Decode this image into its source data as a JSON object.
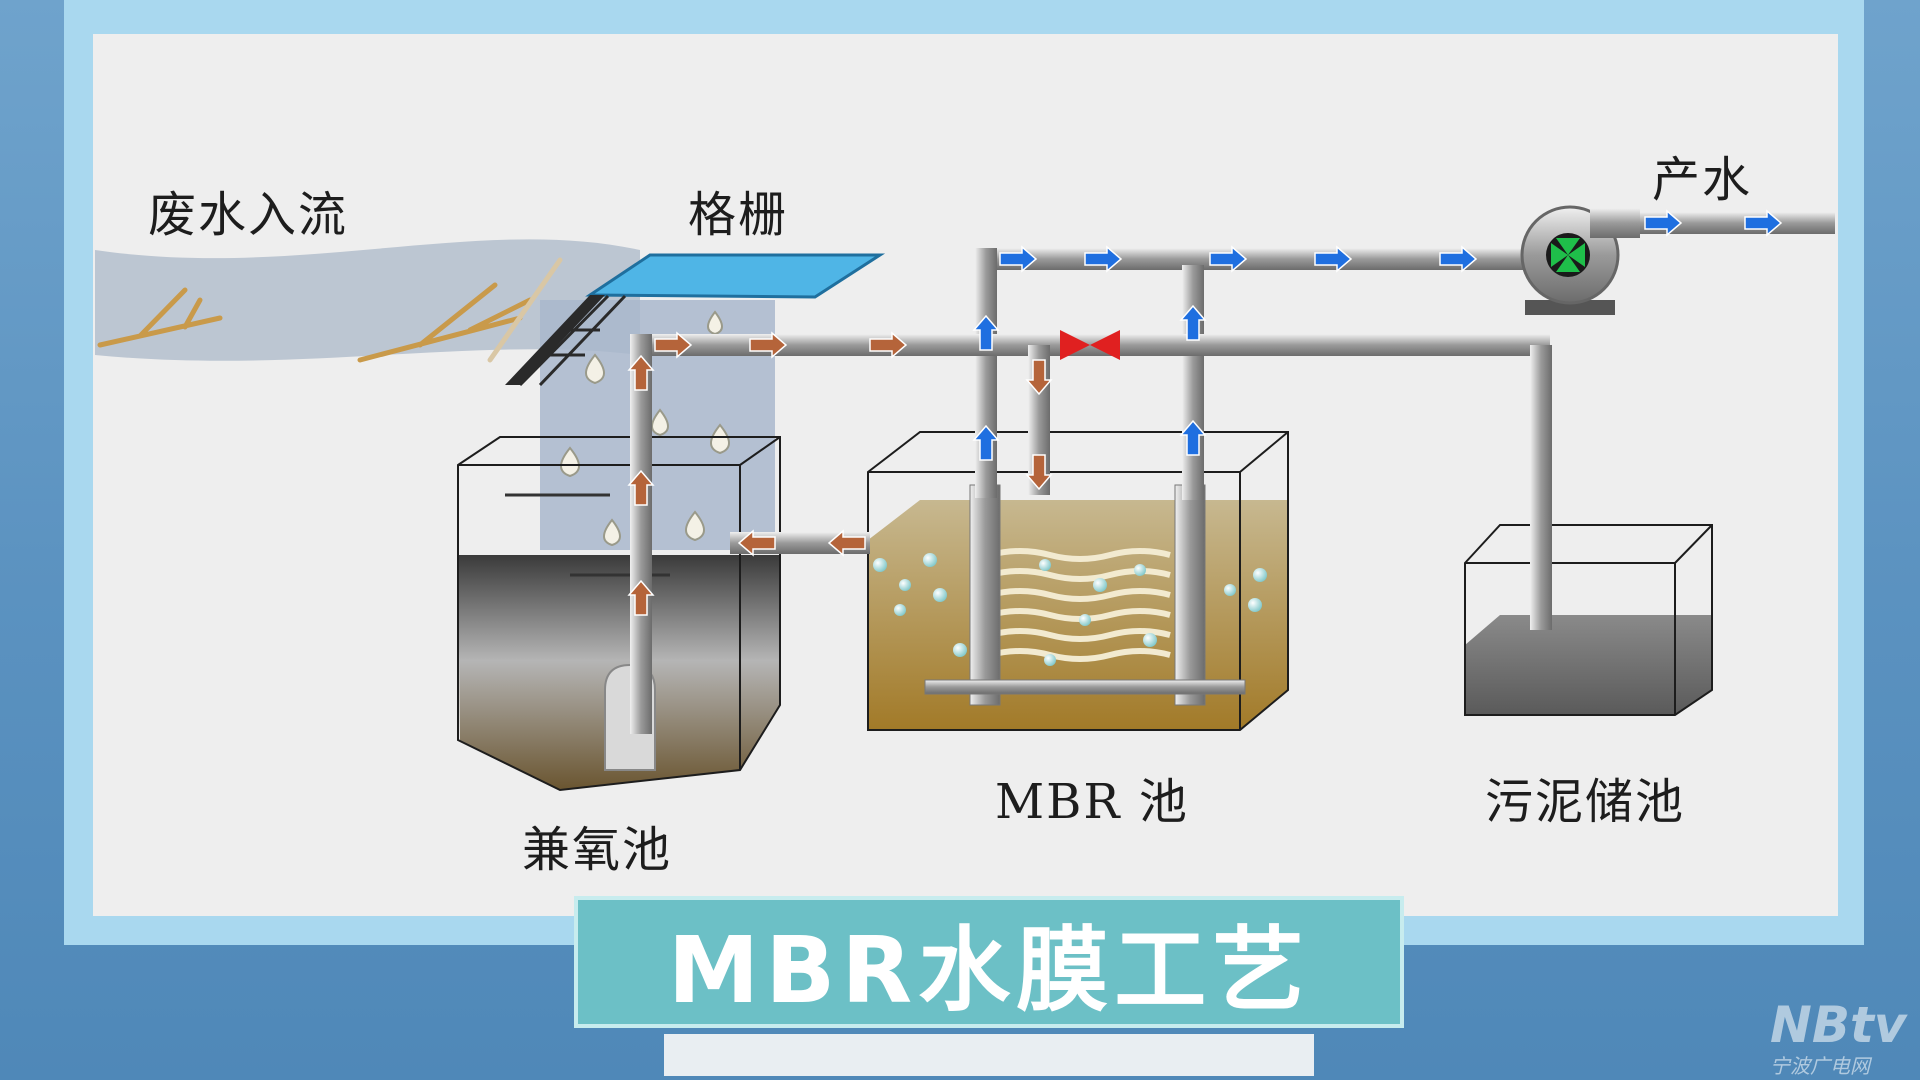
{
  "labels": {
    "inflow": "废水入流",
    "screen": "格栅",
    "product_water": "产水",
    "anoxic_tank": "兼氧池",
    "mbr_tank": "MBR 池",
    "sludge_tank": "污泥储池"
  },
  "banner": {
    "title": "MBR水膜工艺"
  },
  "watermark": {
    "main": "NBtv",
    "sub": "宁波广电网"
  },
  "colors": {
    "product_arrow": "#1f6fe0",
    "return_arrow": "#b5643a",
    "valve": "#e02020",
    "pump_core": "#1fbf4a",
    "banner": "#6cc0c6"
  },
  "icons": [
    "pump-icon",
    "valve-icon",
    "screen-grid-icon",
    "flow-arrow-icon"
  ]
}
